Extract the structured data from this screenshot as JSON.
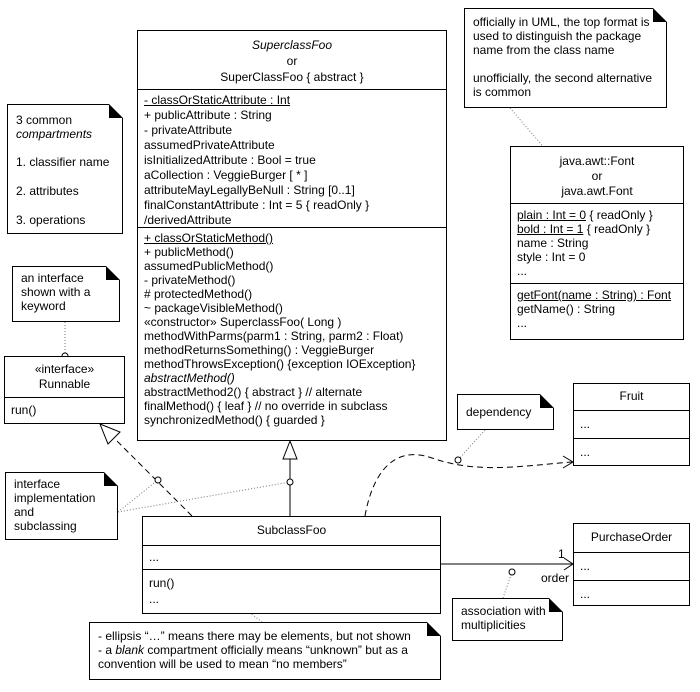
{
  "superclass": {
    "name_italic": "SuperclassFoo",
    "or": "or",
    "name_alt": "SuperClassFoo { abstract }",
    "attributes": [
      {
        "text": "- classOrStaticAttribute : Int",
        "underline": true
      },
      {
        "text": "+ publicAttribute : String"
      },
      {
        "text": "- privateAttribute"
      },
      {
        "text": "assumedPrivateAttribute"
      },
      {
        "text": "isInitializedAttribute : Bool = true"
      },
      {
        "text": "aCollection : VeggieBurger [ * ]"
      },
      {
        "text": "attributeMayLegallyBeNull : String [0..1]"
      },
      {
        "text": "finalConstantAttribute : Int = 5  { readOnly }"
      },
      {
        "text": "/derivedAttribute"
      }
    ],
    "operations": [
      {
        "text": "+ classOrStaticMethod()",
        "underline": true
      },
      {
        "text": "+ publicMethod()"
      },
      {
        "text": "assumedPublicMethod()"
      },
      {
        "text": "- privateMethod()"
      },
      {
        "text": "# protectedMethod()"
      },
      {
        "text": "~ packageVisibleMethod()"
      },
      {
        "text": "«constructor» SuperclassFoo( Long )"
      },
      {
        "text": "methodWithParms(parm1 : String, parm2 : Float)"
      },
      {
        "text": "methodReturnsSomething() : VeggieBurger"
      },
      {
        "text": "methodThrowsException() {exception IOException}"
      },
      {
        "text": "abstractMethod()",
        "italic": true
      },
      {
        "text": "abstractMethod2() { abstract }    // alternate"
      },
      {
        "text": "finalMethod() { leaf }  // no override in subclass"
      },
      {
        "text": "synchronizedMethod() { guarded }"
      }
    ]
  },
  "note_compartments": {
    "line1": "3 common",
    "line2": "compartments",
    "items": [
      "1. classifier name",
      "2. attributes",
      "3. operations"
    ]
  },
  "note_uml_format": {
    "lines": [
      "officially in UML, the top format is",
      "used to distinguish the package",
      "name from the class name",
      "",
      "unofficially, the second alternative",
      "is common"
    ]
  },
  "font_class": {
    "name1": "java.awt::Font",
    "or": "or",
    "name2": "java.awt.Font",
    "attributes": [
      {
        "u": "plain : Int = 0",
        "rest": " { readOnly }"
      },
      {
        "u": "bold : Int = 1",
        "rest": " { readOnly }"
      },
      {
        "u": "",
        "rest": "name : String"
      },
      {
        "u": "",
        "rest": "style : Int = 0"
      },
      {
        "u": "",
        "rest": "..."
      }
    ],
    "operations": [
      {
        "u": "getFont(name : String) : Font",
        "rest": ""
      },
      {
        "u": "",
        "rest": "getName() : String"
      },
      {
        "u": "",
        "rest": "..."
      }
    ]
  },
  "note_interface": {
    "lines": [
      "an interface",
      "shown with a",
      "keyword"
    ]
  },
  "runnable": {
    "stereotype": "«interface»",
    "name": "Runnable",
    "operation": "run()"
  },
  "note_dependency": {
    "text": "dependency"
  },
  "fruit": {
    "name": "Fruit",
    "attr": "...",
    "op": "..."
  },
  "note_impl": {
    "lines": [
      "interface",
      "implementation",
      "and",
      "subclassing"
    ]
  },
  "subclass": {
    "name": "SubclassFoo",
    "attr": "...",
    "op1": "run()",
    "op2": "..."
  },
  "purchase_order": {
    "name": "PurchaseOrder",
    "attr": "...",
    "op": "..."
  },
  "association": {
    "multiplicity": "1",
    "role": "order"
  },
  "note_association": {
    "lines": [
      "association with",
      "multiplicities"
    ]
  },
  "note_ellipsis": {
    "line1": "- ellipsis “…” means there may be elements, but not shown",
    "line2_a": "- a ",
    "line2_b": "blank",
    "line2_c": " compartment officially means “unknown” but as a",
    "line3": "convention will be used to mean “no members”"
  }
}
